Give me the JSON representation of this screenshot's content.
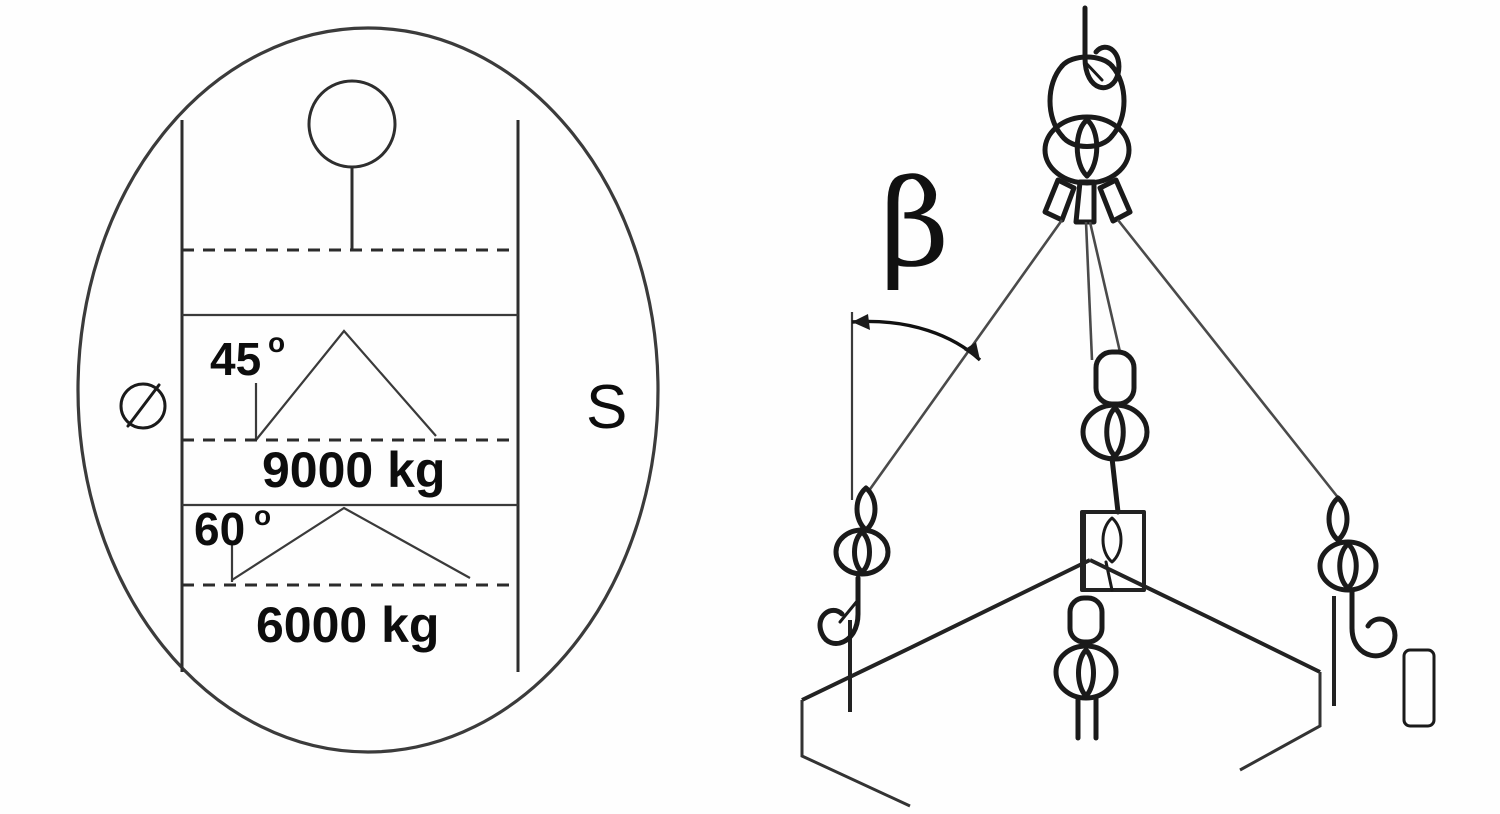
{
  "document": {
    "title": "Chain sling capacity tag and rigging angle diagram",
    "background_color": "#ffffff",
    "ink_color": "#1a1a1a"
  },
  "tag_panel": {
    "name": "sling-capacity-tag",
    "shape": "ellipse",
    "diameter_symbol": "Ø",
    "grade_mark": "S",
    "ring_label": "master-link-ring",
    "rows": [
      {
        "id": "row-45",
        "angle_value": "45",
        "angle_degree_mark": "o",
        "angle_text": "45º",
        "capacity": "9000 kg",
        "capacity_value": 9000,
        "capacity_unit": "kg"
      },
      {
        "id": "row-60",
        "angle_value": "60",
        "angle_degree_mark": "o",
        "angle_text": "60º",
        "capacity": "6000 kg",
        "capacity_value": 6000,
        "capacity_unit": "kg"
      }
    ]
  },
  "rigging_panel": {
    "name": "four-leg-chain-sling",
    "angle_symbol": "β",
    "angle_symbol_name": "beta",
    "components": {
      "crane_hook": "crane-hook",
      "master_link": "master-link",
      "chain_legs": 4,
      "shortening_clutch": "shortening-clutch",
      "load_hook": "load-hook",
      "load": "load-box"
    }
  },
  "colors": {
    "ink": "#1a1a1a",
    "line": "#2e2e2e",
    "sling": "#4a4a4a",
    "background": "#ffffff"
  }
}
